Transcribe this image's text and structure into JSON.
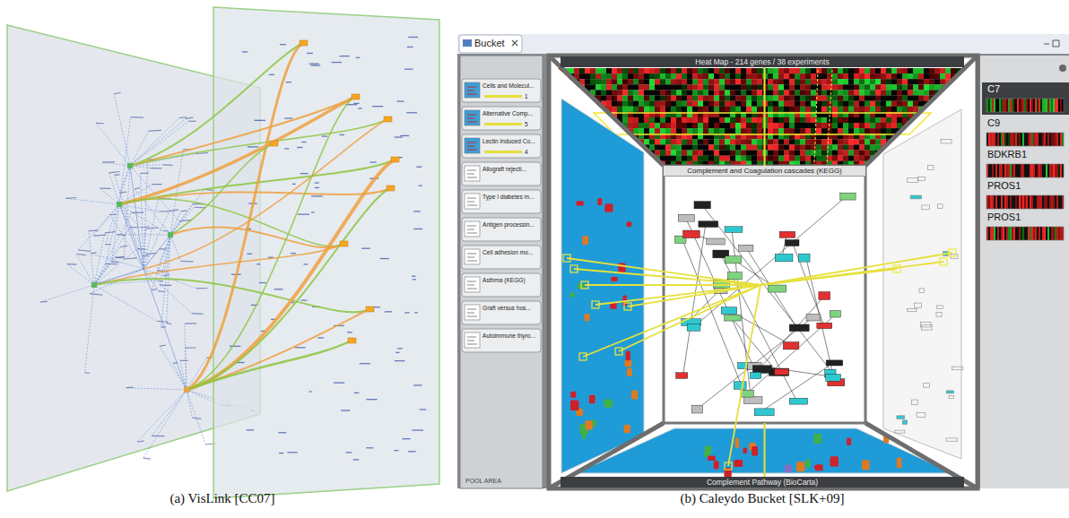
{
  "diagram": {
    "nodes": [
      {
        "text": [
          "Bucket"
        ]
      },
      {
        "text": [
          "POOL AREA"
        ],
        "in": 0
      },
      {
        "text": [
          "Cells and Molecul...",
          "1"
        ],
        "in": 1
      },
      {
        "text": [
          "Alternative Comp...",
          "5"
        ],
        "in": 1
      },
      {
        "text": [
          "Lectin Induced Co...",
          "4"
        ],
        "in": 1
      },
      {
        "text": [
          "Allograft rejecti..."
        ],
        "in": 1
      },
      {
        "text": [
          "Type I diabetes m..."
        ],
        "in": 1
      },
      {
        "text": [
          "Antigen processin..."
        ],
        "in": 1
      },
      {
        "text": [
          "Cell adhesion mo..."
        ],
        "in": 1
      },
      {
        "text": [
          "Asthma (KEGG)"
        ],
        "in": 1
      },
      {
        "text": [
          "Graft versus hos..."
        ],
        "in": 1
      },
      {
        "text": [
          "Autoimmune thyro..."
        ],
        "in": 1
      },
      {
        "text": [
          "Heat Map - 214 genes / 38 experiments"
        ],
        "in": 0
      },
      {
        "text": [
          "Complement and Coagulation cascades (KEGG)"
        ],
        "in": 0
      },
      {
        "text": [
          "Complement Pathway (BioCarta)"
        ],
        "in": 0
      },
      {
        "text": [
          "C7"
        ],
        "in": 0
      },
      {
        "text": [
          "C9"
        ],
        "in": 0
      },
      {
        "text": [
          "BDKRB1"
        ],
        "in": 0
      },
      {
        "text": [
          "PROS1"
        ],
        "in": 0
      },
      {
        "text": [
          "PROS1"
        ],
        "in": 0
      }
    ],
    "edges": [
      {
        "from": 13,
        "to": 12,
        "arrow": "none"
      },
      {
        "from": 13,
        "to": 14,
        "arrow": "none"
      }
    ],
    "labels": [
      "(a) VisLink [CC07]",
      "(b) Caleydo Bucket [SLK+09]"
    ]
  }
}
